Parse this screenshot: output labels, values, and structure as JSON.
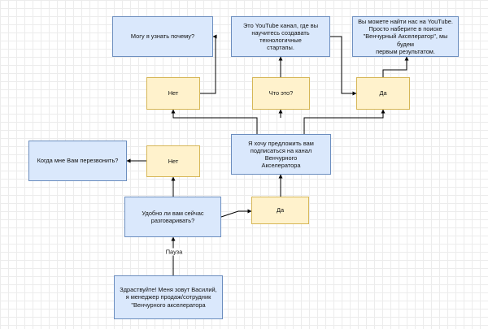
{
  "diagram": {
    "nodes": {
      "greeting": "Здраствуйте! Меня зовут Василий,\nя менеджер продаж/сотрудник\n\"Венчурного акселератора",
      "convenient": "Удобно ли вам сейчас\nразговаривать?",
      "no_mid": "Нет",
      "callback": "Когда мне Вам перезвонить?",
      "yes_mid": "Да",
      "offer": "Я хочу предложить вам\nподписаться на канал Венчурного\nАкселератора",
      "no_top": "Нет",
      "what": "Что это?",
      "yes_top": "Да",
      "why": "Могу я узнать почему?",
      "about": "Это YouTube канал, где вы\nнаучитесь создавать технологичные\nстартапы.",
      "find": "Вы можете найти нас на YouTube.\nПросто наберите в поиске\n\"Венчурный Акселератор\", мы будем\nпервым результатом."
    },
    "edge_labels": {
      "pause": "Пауза"
    },
    "colors": {
      "process_fill": "#dae8fc",
      "process_stroke": "#6c8ebf",
      "decision_fill": "#fff2cc",
      "decision_stroke": "#d6b656",
      "edge": "#000000"
    }
  }
}
